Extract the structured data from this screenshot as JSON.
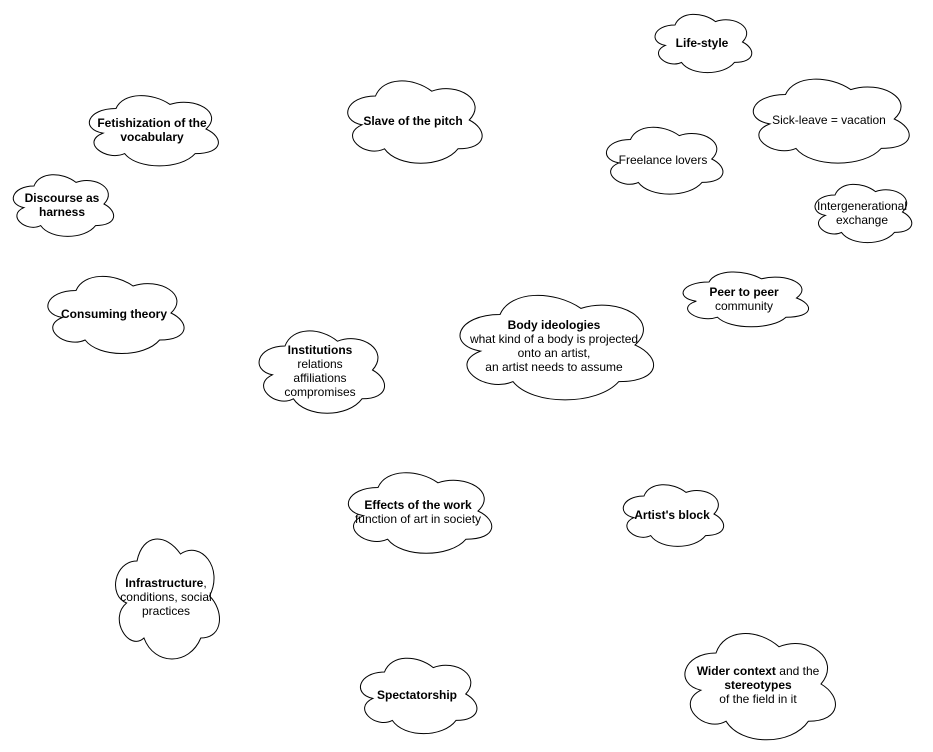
{
  "clouds": [
    {
      "id": "life-style",
      "lines": [
        {
          "segs": [
            {
              "t": "Life-style",
              "b": true
            }
          ]
        }
      ]
    },
    {
      "id": "slave-of-the-pitch",
      "lines": [
        {
          "segs": [
            {
              "t": "Slave of the pitch",
              "b": true
            }
          ]
        }
      ]
    },
    {
      "id": "sick-leave",
      "lines": [
        {
          "segs": [
            {
              "t": "Sick-leave = vacation",
              "b": false
            }
          ]
        }
      ]
    },
    {
      "id": "fetishization",
      "lines": [
        {
          "segs": [
            {
              "t": "Fetishization of the",
              "b": true
            }
          ]
        },
        {
          "segs": [
            {
              "t": "vocabulary",
              "b": true
            }
          ]
        }
      ]
    },
    {
      "id": "freelance-lovers",
      "lines": [
        {
          "segs": [
            {
              "t": "Freelance lovers",
              "b": false
            }
          ]
        }
      ]
    },
    {
      "id": "discourse-as-harness",
      "lines": [
        {
          "segs": [
            {
              "t": "Discourse as",
              "b": true
            }
          ]
        },
        {
          "segs": [
            {
              "t": "harness",
              "b": true
            }
          ]
        }
      ]
    },
    {
      "id": "intergenerational",
      "lines": [
        {
          "segs": [
            {
              "t": "Intergenerational",
              "b": false
            }
          ]
        },
        {
          "segs": [
            {
              "t": "exchange",
              "b": false
            }
          ]
        }
      ]
    },
    {
      "id": "peer-to-peer",
      "lines": [
        {
          "segs": [
            {
              "t": "Peer to peer",
              "b": true
            }
          ]
        },
        {
          "segs": [
            {
              "t": "community",
              "b": false
            }
          ]
        }
      ]
    },
    {
      "id": "consuming-theory",
      "lines": [
        {
          "segs": [
            {
              "t": "Consuming theory",
              "b": true
            }
          ]
        }
      ]
    },
    {
      "id": "body-ideologies",
      "lines": [
        {
          "segs": [
            {
              "t": "Body ideologies",
              "b": true
            }
          ]
        },
        {
          "segs": [
            {
              "t": "what kind of a body is projected",
              "b": false
            }
          ]
        },
        {
          "segs": [
            {
              "t": "onto an artist,",
              "b": false
            }
          ]
        },
        {
          "segs": [
            {
              "t": "an artist needs to assume",
              "b": false
            }
          ]
        }
      ]
    },
    {
      "id": "institutions",
      "lines": [
        {
          "segs": [
            {
              "t": "Institutions",
              "b": true
            }
          ]
        },
        {
          "segs": [
            {
              "t": "relations",
              "b": false
            }
          ]
        },
        {
          "segs": [
            {
              "t": "affiliations",
              "b": false
            }
          ]
        },
        {
          "segs": [
            {
              "t": "compromises",
              "b": false
            }
          ]
        }
      ]
    },
    {
      "id": "effects-of-the-work",
      "lines": [
        {
          "segs": [
            {
              "t": "Effects of the work",
              "b": true
            }
          ]
        },
        {
          "segs": [
            {
              "t": "function of art in society",
              "b": false
            }
          ]
        }
      ]
    },
    {
      "id": "artists-block",
      "lines": [
        {
          "segs": [
            {
              "t": "Artist's block",
              "b": true
            }
          ]
        }
      ]
    },
    {
      "id": "infrastructure",
      "lines": [
        {
          "segs": [
            {
              "t": "Infrastructure",
              "b": true
            },
            {
              "t": ",",
              "b": false
            }
          ]
        },
        {
          "segs": [
            {
              "t": "conditions, social",
              "b": false
            }
          ]
        },
        {
          "segs": [
            {
              "t": "practices",
              "b": false
            }
          ]
        }
      ]
    },
    {
      "id": "wider-context",
      "lines": [
        {
          "segs": [
            {
              "t": "Wider context",
              "b": true
            },
            {
              "t": " and the",
              "b": false
            }
          ]
        },
        {
          "segs": [
            {
              "t": "stereotypes",
              "b": true
            }
          ]
        },
        {
          "segs": [
            {
              "t": "of the field in it",
              "b": false
            }
          ]
        }
      ]
    },
    {
      "id": "spectatorship",
      "lines": [
        {
          "segs": [
            {
              "t": "Spectatorship",
              "b": true
            }
          ]
        }
      ]
    }
  ]
}
